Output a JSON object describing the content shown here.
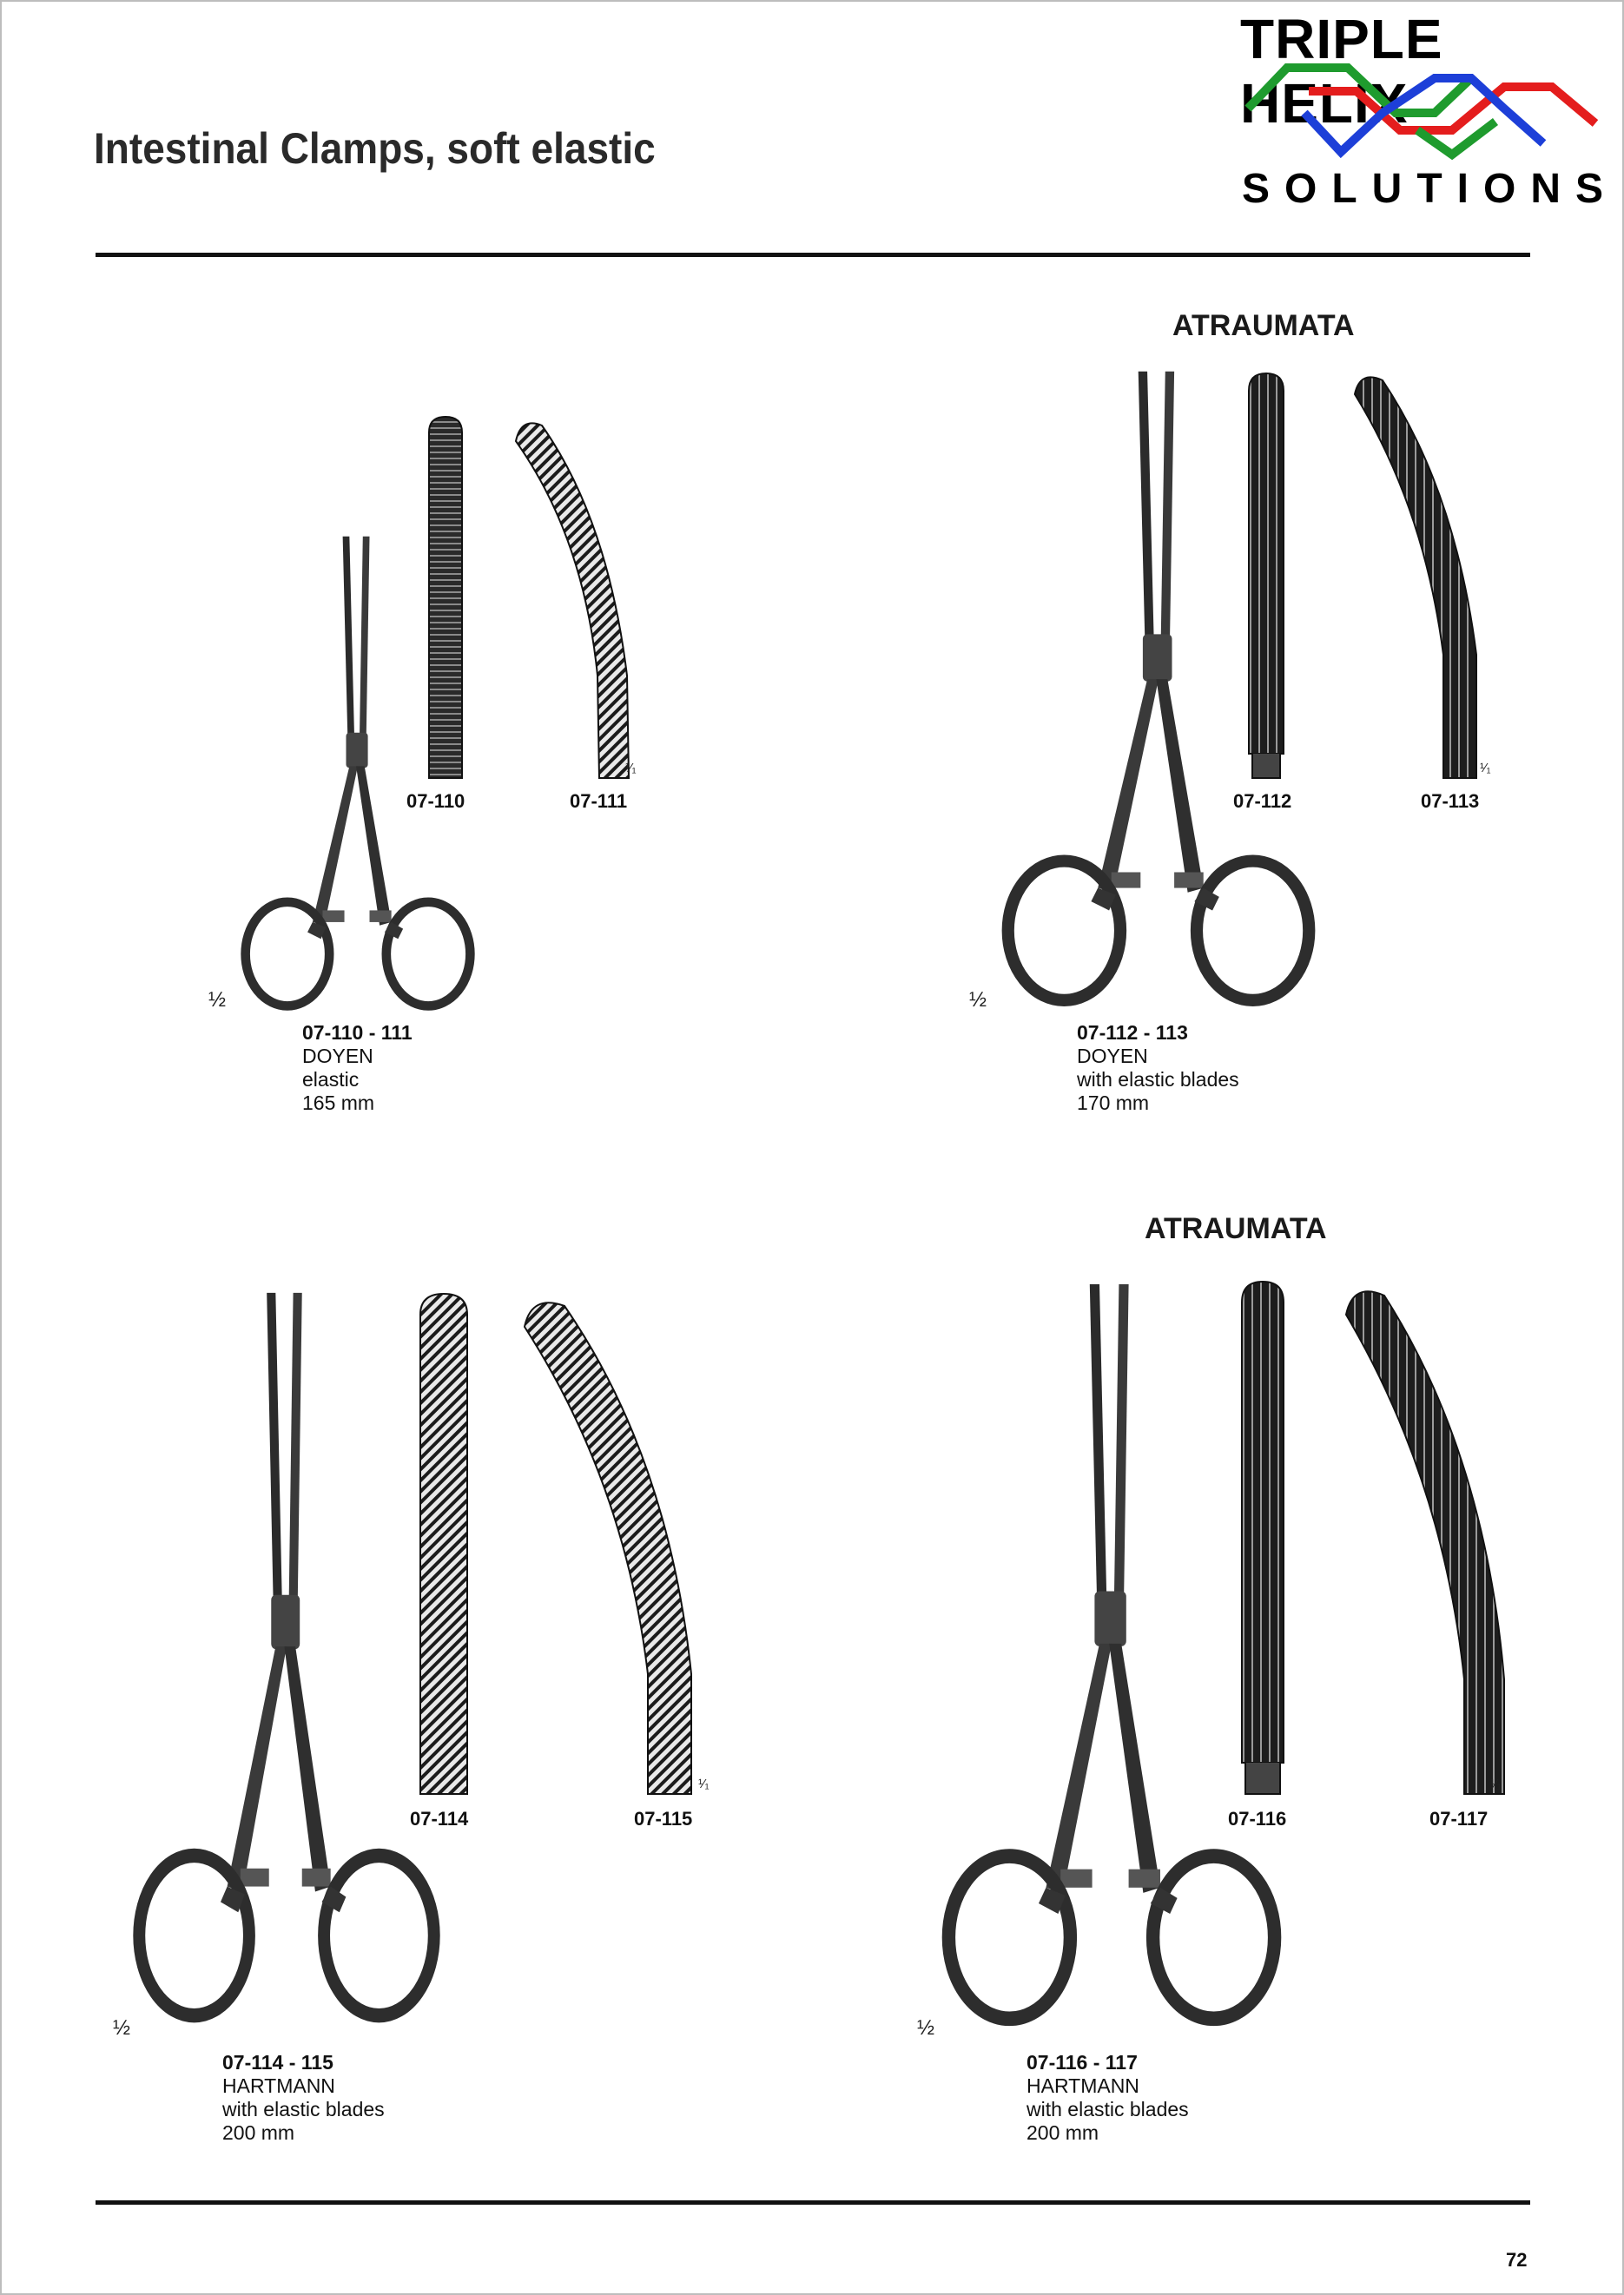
{
  "page": {
    "title": "Intestinal Clamps, soft elastic",
    "page_number": "72"
  },
  "logo": {
    "top_text": "TRIPLE HELIX",
    "bottom_text": "SOLUTIONS",
    "colors": {
      "green": "#1f9b2e",
      "red": "#e41d1d",
      "blue": "#1d3fd8"
    }
  },
  "sections": {
    "atraumata_1": "ATRAUMATA",
    "atraumata_2": "ATRAUMATA"
  },
  "products": [
    {
      "codes": "07-110 - 111",
      "name": "DOYEN",
      "desc": "elastic",
      "size": "165 mm",
      "scale": "½",
      "jaw_scale": "¹⁄₁",
      "jaws": [
        "07-110",
        "07-111"
      ]
    },
    {
      "codes": "07-112 - 113",
      "name": "DOYEN",
      "desc": "with elastic blades",
      "size": "170 mm",
      "scale": "½",
      "jaw_scale": "¹⁄₁",
      "jaws": [
        "07-112",
        "07-113"
      ]
    },
    {
      "codes": "07-114 - 115",
      "name": "HARTMANN",
      "desc": "with elastic blades",
      "size": "200 mm",
      "scale": "½",
      "jaw_scale": "¹⁄₁",
      "jaws": [
        "07-114",
        "07-115"
      ]
    },
    {
      "codes": "07-116 - 117",
      "name": "HARTMANN",
      "desc": "with elastic blades",
      "size": "200 mm",
      "scale": "½",
      "jaw_scale": "¹⁄₁",
      "jaws": [
        "07-116",
        "07-117"
      ]
    }
  ]
}
